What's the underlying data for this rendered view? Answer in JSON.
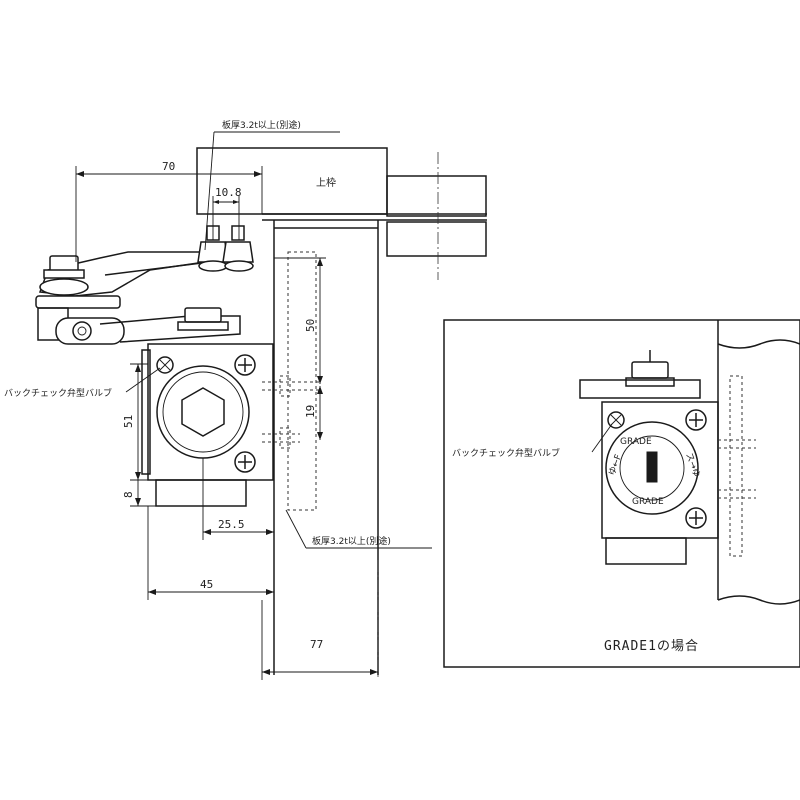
{
  "dimensions": {
    "d70": "70",
    "d10_8": "10.8",
    "d50": "50",
    "d51": "51",
    "d19": "19",
    "d8": "8",
    "d25_5": "25.5",
    "d45": "45",
    "d77": "77"
  },
  "labels": {
    "top_note": "板厚3.2t以上(別途)",
    "upper_frame": "上枠",
    "back_check_valve": "バックチェック弁型バルブ",
    "bottom_note": "板厚3.2t以上(別途)",
    "inset_valve": "バックチェック弁型バルブ",
    "inset_caption": "GRADE1の場合",
    "dial_grade_top": "GRADE",
    "dial_grade_bottom": "GRADE",
    "dial_side_left": "ゆ←F",
    "dial_side_right": "ス→ゆ"
  }
}
